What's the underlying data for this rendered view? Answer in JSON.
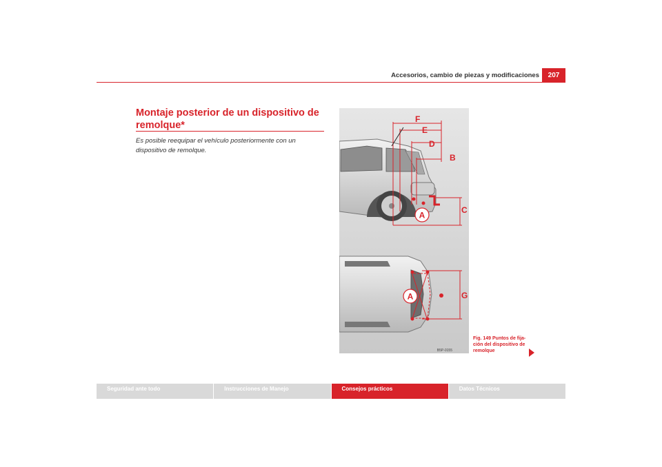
{
  "header": {
    "title": "Accesorios, cambio de piezas y modificaciones",
    "page": "207"
  },
  "section": {
    "title": "Montaje posterior de un dispositivo de remolque*",
    "intro": "Es posible reequipar el vehículo posteriormente con un dispositivo de remolque."
  },
  "figure": {
    "labels": {
      "a": "A",
      "b": "B",
      "c": "C",
      "d": "D",
      "e": "E",
      "f": "F",
      "g": "G"
    },
    "code": "B5P-0155",
    "caption": "Fig. 149   Puntos de fija-ción del dispositivo de remolque"
  },
  "footer": {
    "tabs": [
      {
        "label": "Seguridad ante todo"
      },
      {
        "label": "Instrucciones de Manejo"
      },
      {
        "label": "Consejos prácticos"
      },
      {
        "label": "Datos Técnicos"
      }
    ]
  },
  "colors": {
    "accent": "#d8232a",
    "footer_gray": "#d9d9d9"
  }
}
